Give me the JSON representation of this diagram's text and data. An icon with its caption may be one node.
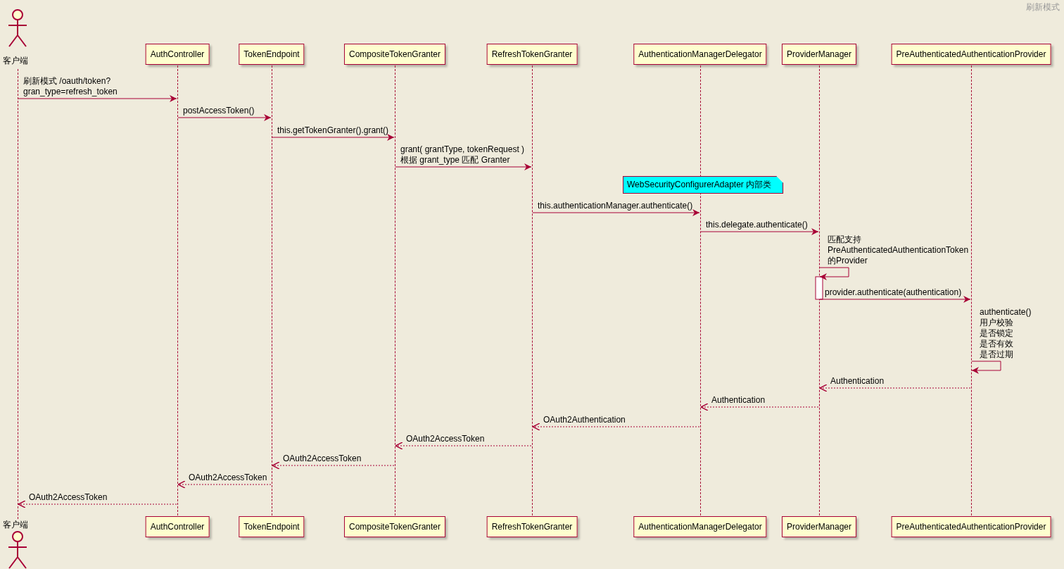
{
  "diagram": {
    "title": "刷新模式",
    "nodes": [
      {
        "text": [
          "客户端"
        ]
      },
      {
        "text": [
          "AuthController"
        ]
      },
      {
        "text": [
          "TokenEndpoint"
        ]
      },
      {
        "text": [
          "CompositeTokenGranter"
        ]
      },
      {
        "text": [
          "RefreshTokenGranter"
        ]
      },
      {
        "text": [
          "AuthenticationManagerDelegator"
        ]
      },
      {
        "text": [
          "ProviderManager"
        ]
      },
      {
        "text": [
          "PreAuthenticatedAuthenticationProvider"
        ]
      },
      {
        "text": [],
        "shape": "line"
      },
      {
        "text": [],
        "shape": "line"
      },
      {
        "text": [],
        "shape": "line"
      },
      {
        "text": [],
        "shape": "line"
      },
      {
        "text": [],
        "shape": "line"
      },
      {
        "text": [],
        "shape": "line"
      },
      {
        "text": [],
        "shape": "line"
      },
      {
        "text": [],
        "shape": "line"
      },
      {
        "text": [
          "客户端"
        ]
      },
      {
        "text": [
          "AuthController"
        ]
      },
      {
        "text": [
          "TokenEndpoint"
        ]
      },
      {
        "text": [
          "CompositeTokenGranter"
        ]
      },
      {
        "text": [
          "RefreshTokenGranter"
        ]
      },
      {
        "text": [
          "AuthenticationManagerDelegator"
        ]
      },
      {
        "text": [
          "ProviderManager"
        ]
      },
      {
        "text": [
          "PreAuthenticatedAuthenticationProvider"
        ]
      },
      {
        "text": [
          "WebSecurityConfigurerAdapter 内部类"
        ]
      }
    ],
    "edges": [
      {
        "from": 8,
        "to": 9,
        "arrow": "to",
        "label": "刷新模式 /oauth/token?gran_type=refresh_token"
      },
      {
        "from": 9,
        "to": 10,
        "arrow": "to",
        "label": "postAccessToken()"
      },
      {
        "from": 10,
        "to": 11,
        "arrow": "to",
        "label": "this.getTokenGranter().grant()"
      },
      {
        "from": 11,
        "to": 12,
        "arrow": "to",
        "label": "grant( grantType, tokenRequest ) 根据 grant_type 匹配 Granter"
      },
      {
        "from": 12,
        "to": 13,
        "arrow": "to",
        "label": "this.authenticationManager.authenticate()"
      },
      {
        "from": 13,
        "to": 14,
        "arrow": "to",
        "label": "this.delegate.authenticate()"
      },
      {
        "from": 14,
        "to": 14,
        "arrow": "to",
        "label": "匹配支持 PreAuthenticatedAuthenticationToken 的Provider"
      },
      {
        "from": 14,
        "to": 15,
        "arrow": "to",
        "label": "provider.authenticate(authentication)"
      },
      {
        "from": 15,
        "to": 15,
        "arrow": "to",
        "label": "authenticate() 用户校验是否锁定是否有效是否过期"
      },
      {
        "from": 15,
        "to": 14,
        "arrow": "to",
        "label": "Authentication",
        "style": "dashed"
      },
      {
        "from": 14,
        "to": 13,
        "arrow": "to",
        "label": "Authentication",
        "style": "dashed"
      },
      {
        "from": 13,
        "to": 12,
        "arrow": "to",
        "label": "OAuth2Authentication",
        "style": "dashed"
      },
      {
        "from": 12,
        "to": 11,
        "arrow": "to",
        "label": "OAuth2AccessToken",
        "style": "dashed"
      },
      {
        "from": 11,
        "to": 10,
        "arrow": "to",
        "label": "OAuth2AccessToken",
        "style": "dashed"
      },
      {
        "from": 10,
        "to": 9,
        "arrow": "to",
        "label": "OAuth2AccessToken",
        "style": "dashed"
      },
      {
        "from": 9,
        "to": 8,
        "arrow": "to",
        "label": "OAuth2AccessToken",
        "style": "dashed"
      }
    ]
  }
}
